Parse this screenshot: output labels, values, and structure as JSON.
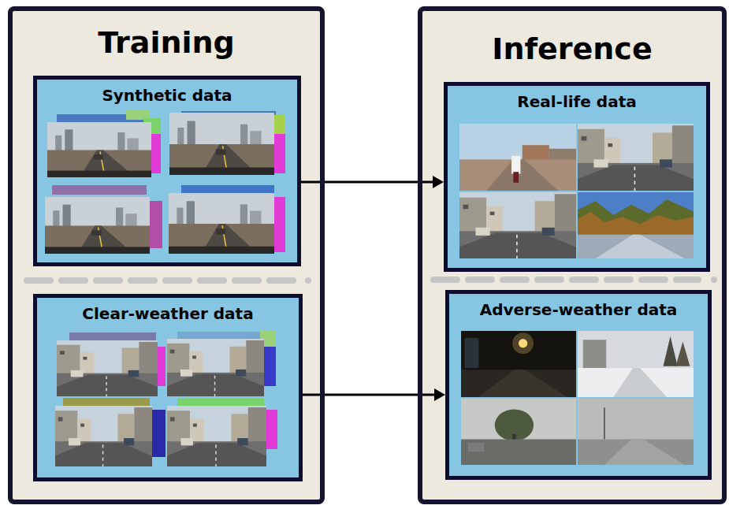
{
  "diagram": {
    "nodes": [
      {
        "text": [
          "Training"
        ]
      },
      {
        "text": [
          "Synthetic data"
        ],
        "in": 0
      },
      {
        "text": [
          "Clear-weather data"
        ],
        "in": 0
      },
      {
        "text": [
          "Inference"
        ]
      },
      {
        "text": [
          "Real-life data"
        ],
        "in": 3
      },
      {
        "text": [
          "Adverse-weather data"
        ],
        "in": 3
      }
    ],
    "edges": [
      {
        "from": 1,
        "to": 4,
        "arrow": "to"
      },
      {
        "from": 2,
        "to": 5,
        "arrow": "to"
      }
    ]
  }
}
